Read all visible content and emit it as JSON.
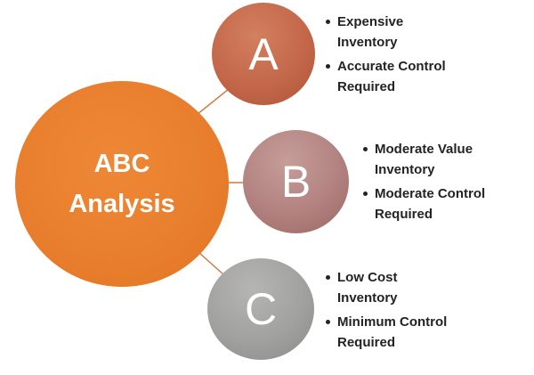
{
  "title": {
    "line1": "ABC",
    "line2": "Analysis"
  },
  "colors": {
    "main_circle": "#E87E2D",
    "node_a": "#C4674A",
    "node_b": "#B28280",
    "node_c": "#9D9D9D",
    "bullet_text": "#232323",
    "connector": "#CC7A45",
    "circle_label_text": "#FFFFFF"
  },
  "nodes": [
    {
      "id": "A",
      "label": "A",
      "bullets": [
        "Expensive Inventory",
        "Accurate Control Required"
      ]
    },
    {
      "id": "B",
      "label": "B",
      "bullets": [
        "Moderate Value Inventory",
        "Moderate Control Required"
      ]
    },
    {
      "id": "C",
      "label": "C",
      "bullets": [
        "Low Cost Inventory",
        "Minimum Control Required"
      ]
    }
  ]
}
